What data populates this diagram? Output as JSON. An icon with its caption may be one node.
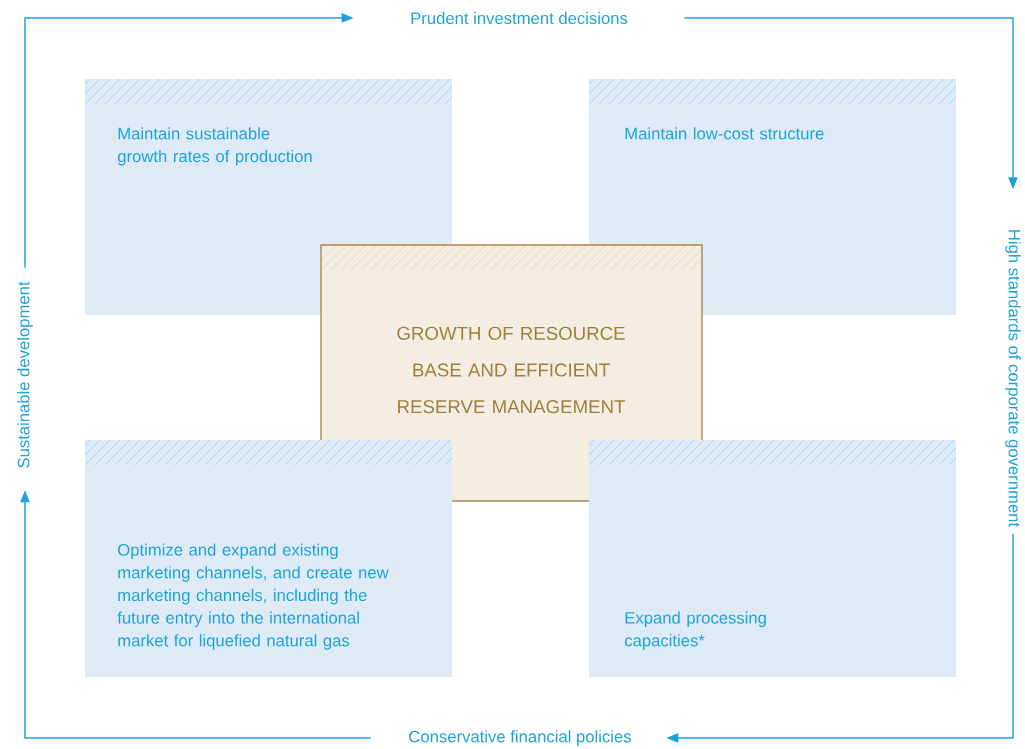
{
  "diagram": {
    "nodes": [
      {
        "text": [
          "Prudent investment decisions"
        ]
      },
      {
        "text": [
          "Sustainable development"
        ]
      },
      {
        "text": [
          "High standards of corporate government"
        ]
      },
      {
        "text": [
          "Maintain sustainable growth rates of production"
        ]
      },
      {
        "text": [
          "Maintain low-cost structure"
        ]
      },
      {
        "text": [
          "GROWTH OF RESOURCE BASE AND EFFICIENT RESERVE MANAGEMENT"
        ]
      },
      {
        "text": [
          "Optimize and expand existing marketing channels, and create new marketing channels, including the future entry into the international market for liquefied natural gas"
        ]
      },
      {
        "text": [
          "Expand processing capacities*"
        ]
      },
      {
        "text": [
          "Conservative financial policies"
        ]
      }
    ],
    "edges": [
      {
        "from": 1,
        "to": 0,
        "arrow": "to"
      },
      {
        "from": 0,
        "to": 2,
        "arrow": "to"
      },
      {
        "from": 2,
        "to": 8,
        "arrow": "to"
      },
      {
        "from": 8,
        "to": 1,
        "arrow": "to"
      }
    ]
  }
}
